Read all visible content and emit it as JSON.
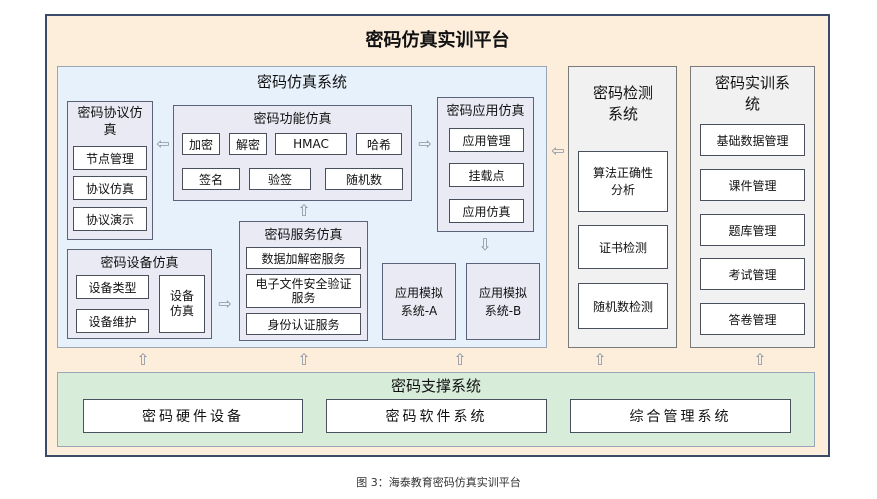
{
  "platform_title": "密码仿真实训平台",
  "sim_system": {
    "title": "密码仿真系统",
    "protocol": {
      "title": "密码协议仿真",
      "items": [
        "节点管理",
        "协议仿真",
        "协议演示"
      ]
    },
    "function": {
      "title": "密码功能仿真",
      "row1": [
        "加密",
        "解密",
        "HMAC",
        "哈希"
      ],
      "row2": [
        "签名",
        "验签",
        "随机数"
      ]
    },
    "application": {
      "title": "密码应用仿真",
      "items": [
        "应用管理",
        "挂载点",
        "应用仿真"
      ]
    },
    "device": {
      "title": "密码设备仿真",
      "items": [
        "设备类型",
        "设备维护"
      ],
      "emulation": "设备仿真"
    },
    "service": {
      "title": "密码服务仿真",
      "items": [
        "数据加解密服务",
        "电子文件安全验证服务",
        "身份认证服务"
      ]
    },
    "app_sim_a": "应用模拟系统-A",
    "app_sim_b": "应用模拟系统-B"
  },
  "detection_system": {
    "title": "密码检测系统",
    "items": [
      "算法正确性分析",
      "证书检测",
      "随机数检测"
    ]
  },
  "training_system": {
    "title": "密码实训系统",
    "items": [
      "基础数据管理",
      "课件管理",
      "题库管理",
      "考试管理",
      "答卷管理"
    ]
  },
  "support_system": {
    "title": "密码支撑系统",
    "items": [
      "密码硬件设备",
      "密码软件系统",
      "综合管理系统"
    ]
  },
  "caption": "图 3：海泰教育密码仿真实训平台",
  "arrows": {
    "left": "⇦",
    "right": "⇨",
    "up": "⇧",
    "down": "⇩"
  },
  "colors": {
    "outer_bg": "#fdeedc",
    "outer_border": "#3b4a6b",
    "sim_bg": "#e7f1fb",
    "support_bg": "#d7ecd9",
    "gray_bg": "#f1f1f1"
  }
}
